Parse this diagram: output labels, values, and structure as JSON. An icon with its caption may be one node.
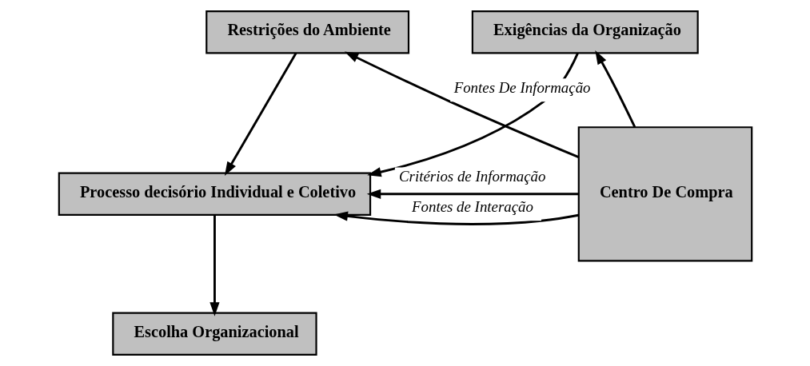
{
  "diagram": {
    "nodes": [
      {
        "text": [
          "Restrições do Ambiente"
        ]
      },
      {
        "text": [
          "Exigências da Organização"
        ]
      },
      {
        "text": [
          "Processo decisório Individual e Coletivo"
        ]
      },
      {
        "text": [
          "Escolha Organizacional"
        ]
      },
      {
        "text": [
          "Centro De Compra"
        ]
      }
    ],
    "edges": [
      {
        "from": 4,
        "to": 0,
        "arrow": "to",
        "label": "Fontes De Informação"
      },
      {
        "from": 4,
        "to": 1,
        "arrow": "to"
      },
      {
        "from": 0,
        "to": 2,
        "arrow": "to"
      },
      {
        "from": 1,
        "to": 2,
        "arrow": "to"
      },
      {
        "from": 4,
        "to": 2,
        "arrow": "to",
        "label": "Critérios de Informação"
      },
      {
        "from": 4,
        "to": 2,
        "arrow": "to",
        "label": "Fontes de Interação"
      },
      {
        "from": 2,
        "to": 3,
        "arrow": "to"
      }
    ]
  }
}
